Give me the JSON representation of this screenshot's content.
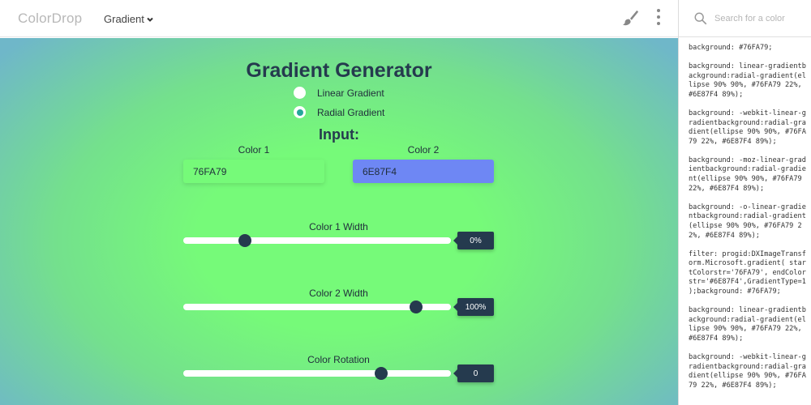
{
  "header": {
    "logo": "ColorDrop",
    "nav_dropdown": "Gradient",
    "icons": [
      "paint-brush-icon",
      "more-vertical-icon"
    ]
  },
  "sidebar": {
    "search_placeholder": "Search for a color",
    "search_value": "",
    "code_snippets": [
      "background: #76FA79;",
      "background: linear-gradientbackground:radial-gradient(ellipse 90% 90%, #76FA79 22%, #6E87F4 89%);",
      "background: -webkit-linear-gradientbackground:radial-gradient(ellipse 90% 90%, #76FA79 22%, #6E87F4 89%);",
      "background: -moz-linear-gradientbackground:radial-gradient(ellipse 90% 90%, #76FA79 22%, #6E87F4 89%);",
      "background: -o-linear-gradientbackground:radial-gradient(ellipse 90% 90%, #76FA79 22%, #6E87F4 89%);",
      "filter: progid:DXImageTransform.Microsoft.gradient( startColorstr='76FA79', endColorstr='#6E87F4',GradientType=1 );background: #76FA79;",
      "background: linear-gradientbackground:radial-gradient(ellipse 90% 90%, #76FA79 22%, #6E87F4 89%);",
      "background: -webkit-linear-gradientbackground:radial-gradient(ellipse 90% 90%, #76FA79 22%, #6E87F4 89%);"
    ]
  },
  "main": {
    "title": "Gradient Generator",
    "gradient_types": [
      {
        "label": "Linear Gradient",
        "checked": false
      },
      {
        "label": "Radial Gradient",
        "checked": true
      }
    ],
    "input_heading": "Input:",
    "color1": {
      "label": "Color 1",
      "value": "76FA79",
      "hex": "#76FA79"
    },
    "color2": {
      "label": "Color 2",
      "value": "6E87F4",
      "hex": "#6E87F4"
    },
    "sliders": [
      {
        "label": "Color 1 Width",
        "value": "0%",
        "position_pct": 23
      },
      {
        "label": "Color 2 Width",
        "value": "100%",
        "position_pct": 87
      },
      {
        "label": "Color Rotation",
        "value": "0",
        "position_pct": 74
      }
    ]
  },
  "colors": {
    "accent_dark": "#253A4E",
    "radio_accent": "#26A69A"
  }
}
